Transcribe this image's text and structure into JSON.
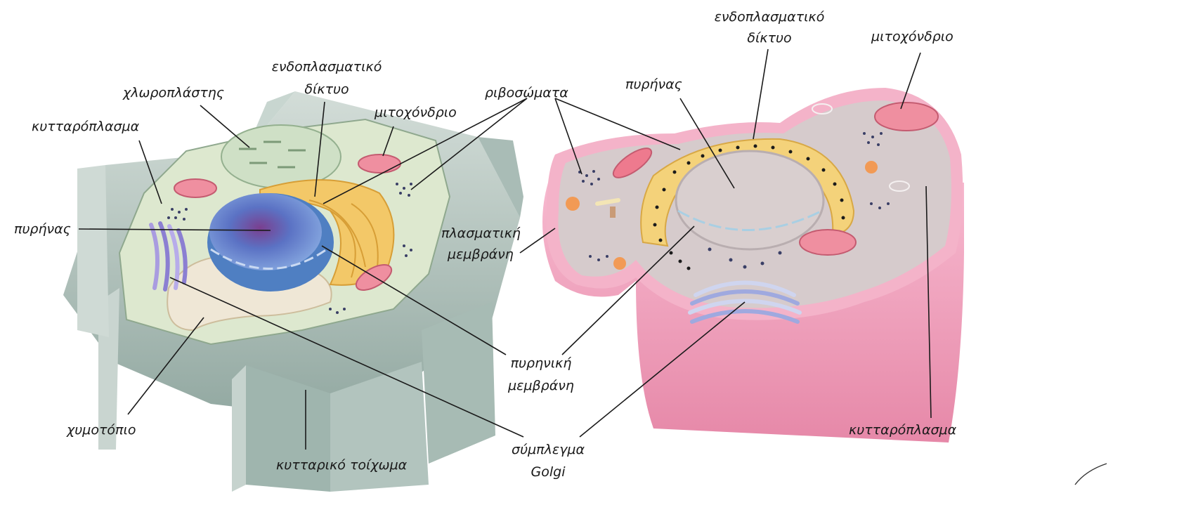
{
  "plant_cell": {
    "labels": {
      "chloroplast": "χλωροπλάστης",
      "cytoplasm": "κυτταρόπλασμα",
      "nucleus": "πυρήνας",
      "er_line1": "ενδοπλασματικό",
      "er_line2": "δίκτυο",
      "mitochondrion": "μιτοχόνδριο",
      "vacuole": "χυμοτόπιο",
      "cell_wall": "κυτταρικό τοίχωμα"
    }
  },
  "shared_labels": {
    "ribosomes": "ριβοσώματα",
    "plasma_membrane_line1": "πλασματική",
    "plasma_membrane_line2": "μεμβράνη",
    "nuclear_membrane_line1": "πυρηνική",
    "nuclear_membrane_line2": "μεμβράνη",
    "golgi_line1": "σύμπλεγμα",
    "golgi_line2": "Golgi"
  },
  "animal_cell": {
    "labels": {
      "er_line1": "ενδοπλασματικό",
      "er_line2": "δίκτυο",
      "mitochondrion": "μιτοχόνδριο",
      "nucleus": "πυρήνας",
      "cytoplasm": "κυτταρόπλασμα"
    }
  },
  "colors": {
    "cell_wall": "#b9c8c2",
    "plant_cytoplasm": "#dfe9d2",
    "nucleus_plant": "#6b8fd0",
    "er": "#f2c25c",
    "animal_membrane": "#f2a9c3",
    "animal_cytoplasm": "#d7cccd",
    "mitochondrion": "#e87a8f",
    "golgi": "#9a8fd8"
  }
}
